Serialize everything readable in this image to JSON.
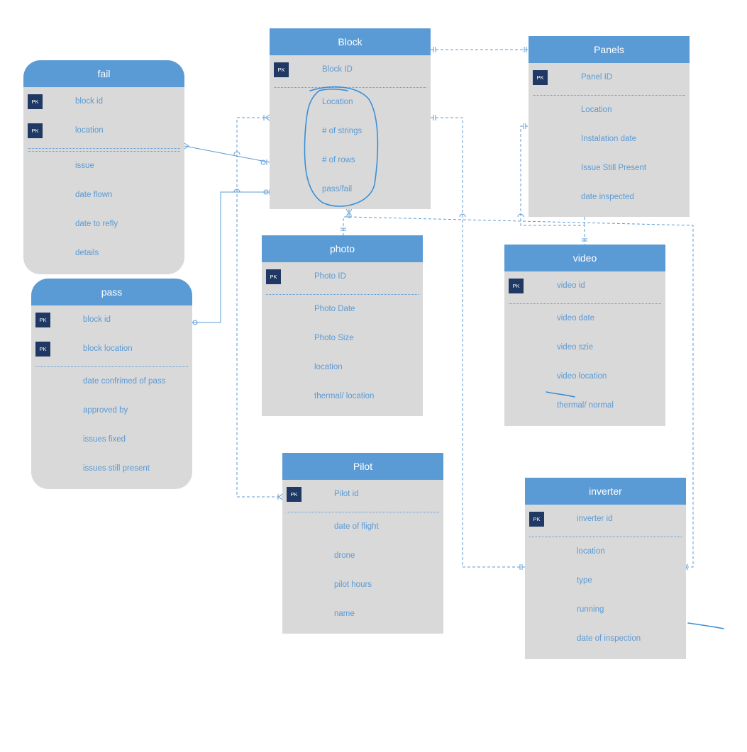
{
  "entities": {
    "block": {
      "title": "Block",
      "pk": [
        "Block ID"
      ],
      "fields": [
        "Location",
        "# of strings",
        "# of rows",
        "pass/fail"
      ]
    },
    "panels": {
      "title": "Panels",
      "pk": [
        "Panel ID"
      ],
      "fields": [
        "Location",
        "Instalation date",
        "Issue Still Present",
        "date inspected"
      ]
    },
    "fail": {
      "title": "fail",
      "pk": [
        "block id",
        "location"
      ],
      "fields": [
        "issue",
        "date flown",
        "date to refly",
        "details"
      ]
    },
    "pass": {
      "title": "pass",
      "pk": [
        "block id",
        "block location"
      ],
      "fields": [
        "date confrimed of pass",
        "approved by",
        "issues fixed",
        "issues still present"
      ]
    },
    "photo": {
      "title": "photo",
      "pk": [
        "Photo ID"
      ],
      "fields": [
        "Photo Date",
        "Photo Size",
        "location",
        "thermal/ location"
      ]
    },
    "video": {
      "title": "video",
      "pk": [
        "video id"
      ],
      "fields": [
        "video date",
        "video szie",
        "video location",
        "thermal/ normal"
      ]
    },
    "pilot": {
      "title": "Pilot",
      "pk": [
        "Pilot id"
      ],
      "fields": [
        "date of flight",
        "drone",
        "pilot hours",
        "name"
      ]
    },
    "inverter": {
      "title": "inverter",
      "pk": [
        "inverter id"
      ],
      "fields": [
        "location",
        "type",
        "running",
        "date of inspection"
      ]
    }
  },
  "pk_badge": "PK",
  "colors": {
    "header": "#5b9bd5",
    "body": "#d9d9d9",
    "pk_badge": "#1f3864",
    "text": "#5b9bd5",
    "connector": "#5b9bd5",
    "ink": "#3a8fd6"
  }
}
